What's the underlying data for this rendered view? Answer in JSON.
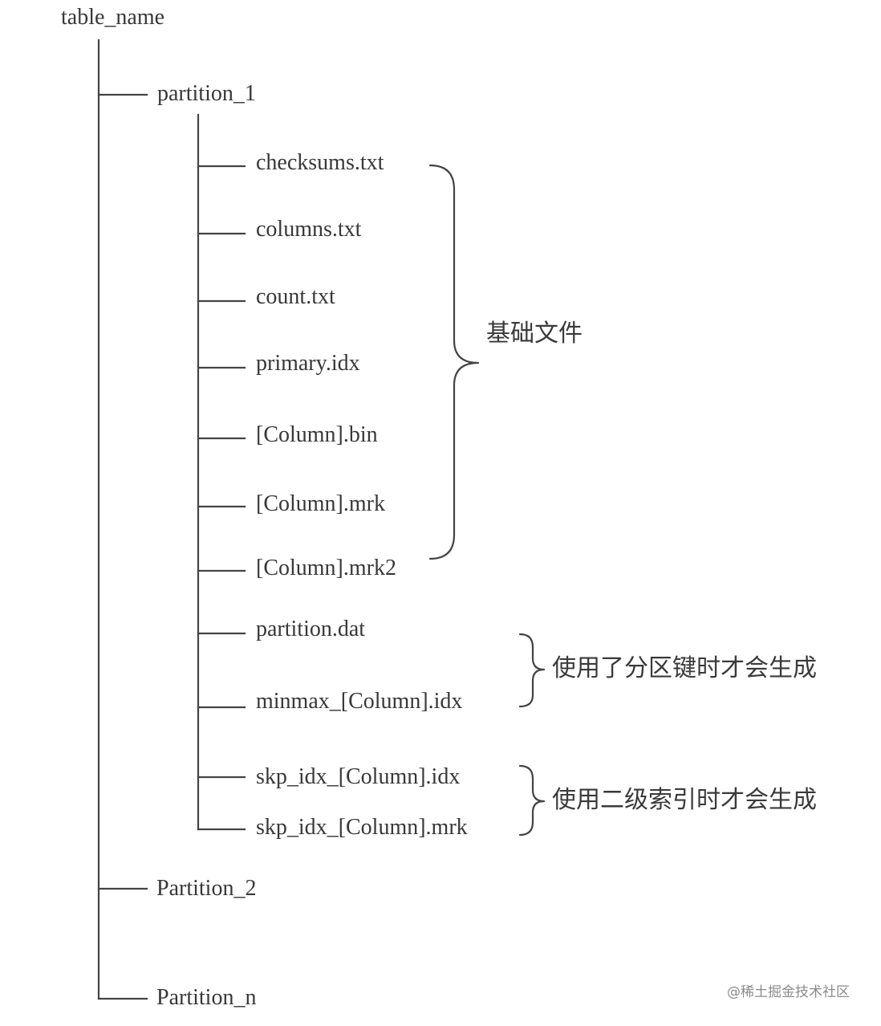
{
  "tree": {
    "root": "table_name",
    "partition_1": "partition_1",
    "files": [
      "checksums.txt",
      "columns.txt",
      "count.txt",
      "primary.idx",
      "[Column].bin",
      "[Column].mrk",
      "[Column].mrk2",
      "partition.dat",
      "minmax_[Column].idx",
      "skp_idx_[Column].idx",
      "skp_idx_[Column].mrk"
    ],
    "partition_2": "Partition_2",
    "partition_n": "Partition_n"
  },
  "notes": {
    "basic_files": "基础文件",
    "partition_key": "使用了分区键时才会生成",
    "secondary_index": "使用二级索引时才会生成"
  },
  "watermark": "@稀土掘金技术社区"
}
